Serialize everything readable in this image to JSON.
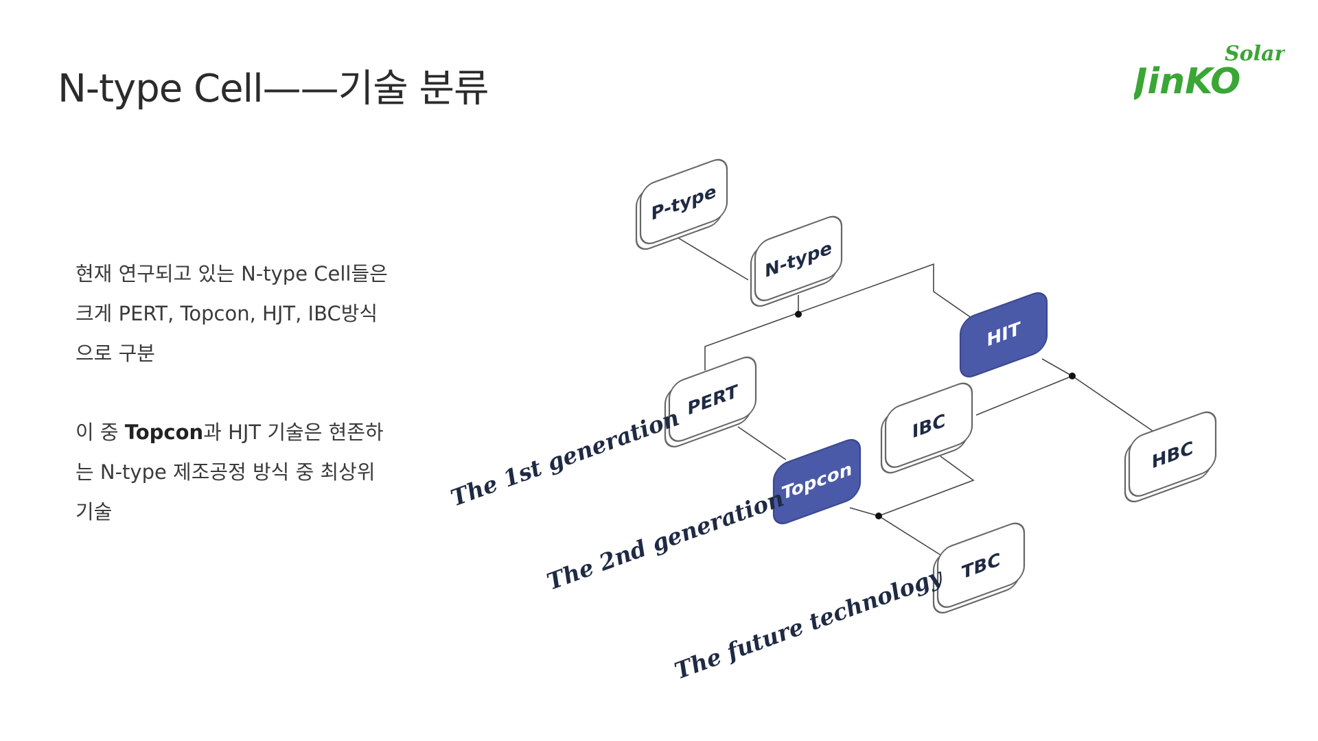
{
  "title": "N-type Cell——기술 분류",
  "logo": {
    "word": "JinKO",
    "script": "Solar",
    "color": "#3aa635"
  },
  "paragraph1": [
    "현재 연구되고 있는 N-type Cell들은",
    "크게 PERT, Topcon, HJT,  IBC방식",
    "으로 구분"
  ],
  "paragraph2": {
    "line1_a": "이 중 ",
    "line1_emph": "Topcon",
    "line1_b": "과 HJT 기술은 현존하",
    "line2": "는 N-type 제조공정 방식 중 최상위",
    "line3": "기술"
  },
  "diagram": {
    "nodes": {
      "ptype": "P-type",
      "ntype": "N-type",
      "pert": "PERT",
      "hit": "HIT",
      "ibc": "IBC",
      "hbc": "HBC",
      "topcon": "Topcon",
      "tbc": "TBC"
    },
    "generations": {
      "first": "The 1st generation",
      "second": "The 2nd generation",
      "future": "The future technology"
    },
    "colors": {
      "highlight": "#4a5aa8",
      "node_border": "#555555",
      "text_dark": "#1f2a44"
    }
  }
}
